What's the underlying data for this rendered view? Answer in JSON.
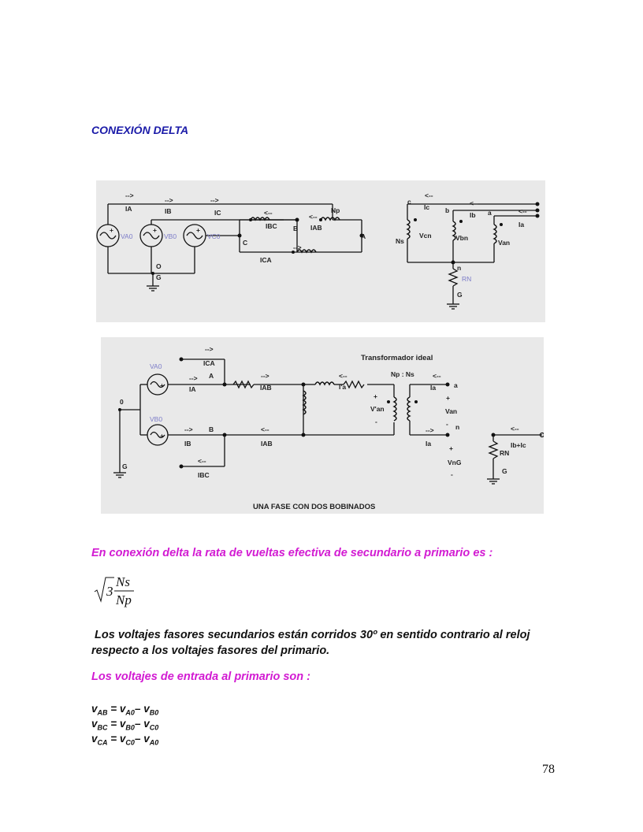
{
  "heading": "CONEXIÓN DELTA",
  "figure1": {
    "primary": {
      "currents": [
        "IA",
        "IB",
        "IC"
      ],
      "arrow": "-->",
      "sources": [
        "VA0",
        "VB0",
        "VC0"
      ],
      "plus": "+",
      "winding_currents": [
        "IBC",
        "IAB",
        "ICA"
      ],
      "arrow_back": "<--",
      "turns": "Np",
      "nodes": [
        "A",
        "B",
        "C"
      ],
      "neutral": "O",
      "ground": "G"
    },
    "secondary": {
      "terminals": [
        "c",
        "b",
        "a"
      ],
      "currents": [
        "Ic",
        "Ib",
        "Ia"
      ],
      "arrow": "<--",
      "turns": "Ns",
      "voltages": [
        "Vcn",
        "Vbn",
        "Van"
      ],
      "neutral": "n",
      "resistor": "RN",
      "ground": "G"
    }
  },
  "figure2": {
    "title": "Transformador ideal",
    "ratio": "Np : Ns",
    "sources": [
      "VA0",
      "VB0"
    ],
    "plus": "+",
    "arrows": [
      "-->",
      "<--"
    ],
    "labels": {
      "ica": "ICA",
      "ia": "IA",
      "a_node": "A",
      "iab_top": "IAB",
      "ipa": "I'a",
      "ia_sec": "Ia",
      "a_sec": "a",
      "plus": "+",
      "minus": "-",
      "vpan": "V'an",
      "van": "Van",
      "n": "n",
      "ib": "IB",
      "b_node": "B",
      "iab_bot": "IAB",
      "ia_low": "Ia",
      "iblc": "Ib+Ic",
      "rn": "RN",
      "vng": "VnG",
      "g": "G",
      "ibc": "IBC",
      "zero": "0"
    },
    "caption": "UNA FASE CON DOS BOBINADOS"
  },
  "ratio_text": "En conexión delta la rata de vueltas efectiva de secundario a primario es :",
  "formula": {
    "root": "3",
    "numerator": "Ns",
    "denominator": "Np"
  },
  "paragraph": "Los voltajes fasores secundarios están corridos 30º en sentido contrario al reloj respecto a los voltajes fasores del primario.",
  "inputs_heading": "Los voltajes de entrada al primario son :",
  "equations": [
    {
      "lhs": "v",
      "lhs_sub": "AB",
      "eq": " = ",
      "t1": "v",
      "t1_sub": "A0",
      "op": "– ",
      "t2": "v",
      "t2_sub": "B0"
    },
    {
      "lhs": "v",
      "lhs_sub": "BC",
      "eq": " = ",
      "t1": "v",
      "t1_sub": "B0",
      "op": "– ",
      "t2": "v",
      "t2_sub": "C0"
    },
    {
      "lhs": "v",
      "lhs_sub": "CA",
      "eq": " = ",
      "t1": "v",
      "t1_sub": "C0",
      "op": "– ",
      "t2": "v",
      "t2_sub": "A0"
    }
  ],
  "page_number": "78"
}
